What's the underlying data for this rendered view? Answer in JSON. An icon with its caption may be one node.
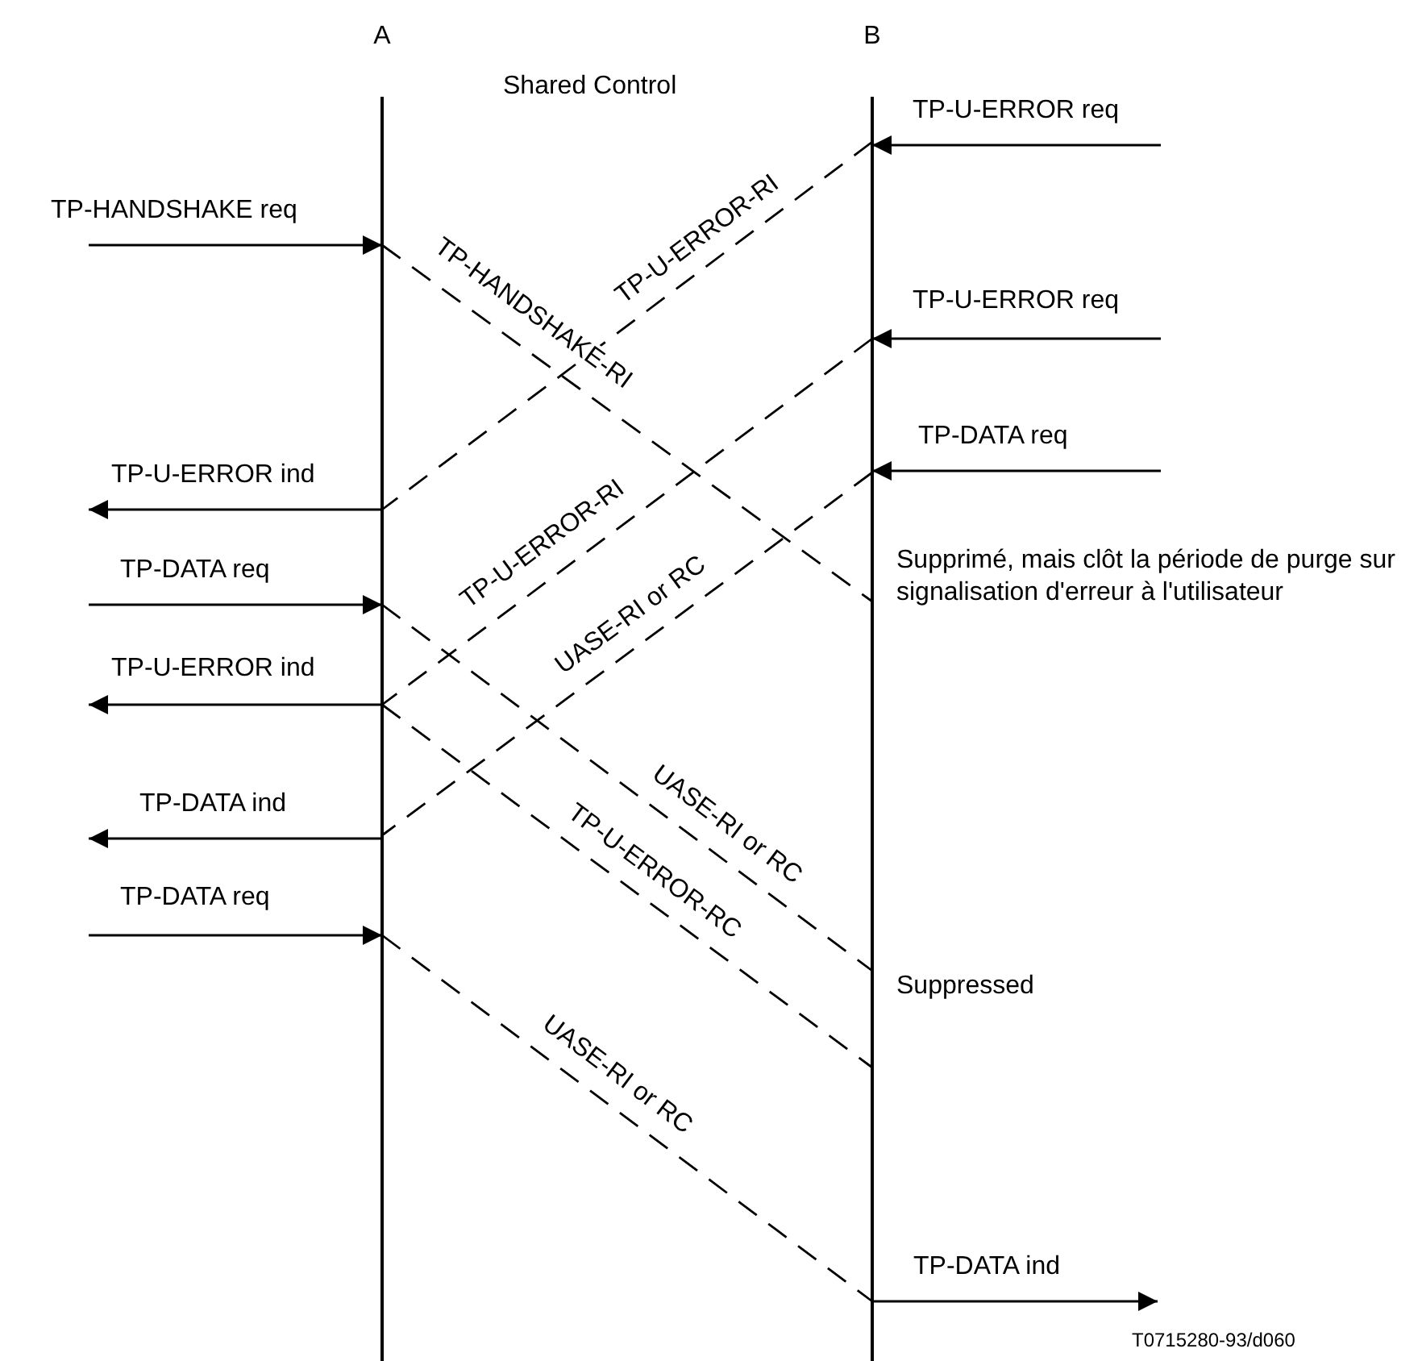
{
  "diagram": {
    "nodes": [
      {
        "text": [
          "A"
        ]
      },
      {
        "text": [
          "B"
        ]
      }
    ],
    "edges": [
      {
        "from": null,
        "to": 0,
        "arrow": "to",
        "label": "TP-HANDSHAKE req"
      },
      {
        "from": null,
        "to": 1,
        "arrow": "to",
        "label": "TP-U-ERROR req"
      },
      {
        "from": 1,
        "to": 0,
        "arrow": "none",
        "label": "TP-U-ERROR-RI",
        "style": "dashed"
      },
      {
        "from": 0,
        "to": 1,
        "arrow": "none",
        "label": "TP-HANDSHAKE-RI",
        "style": "dashed"
      },
      {
        "from": null,
        "to": 1,
        "arrow": "to",
        "label": "TP-U-ERROR req"
      },
      {
        "from": null,
        "to": 1,
        "arrow": "to",
        "label": "TP-DATA req"
      },
      {
        "from": 0,
        "to": null,
        "arrow": "to",
        "label": "TP-U-ERROR ind"
      },
      {
        "from": 1,
        "to": 0,
        "arrow": "none",
        "label": "TP-U-ERROR-RI",
        "style": "dashed"
      },
      {
        "from": 1,
        "to": 0,
        "arrow": "none",
        "label": "UASE-RI or RC",
        "style": "dashed"
      },
      {
        "from": null,
        "to": 0,
        "arrow": "to",
        "label": "TP-DATA req"
      },
      {
        "from": 0,
        "to": null,
        "arrow": "to",
        "label": "TP-U-ERROR ind"
      },
      {
        "from": 0,
        "to": 1,
        "arrow": "none",
        "label": "UASE-RI or RC",
        "style": "dashed"
      },
      {
        "from": 0,
        "to": 1,
        "arrow": "none",
        "label": "TP-U-ERROR-RC",
        "style": "dashed"
      },
      {
        "from": 0,
        "to": null,
        "arrow": "to",
        "label": "TP-DATA ind"
      },
      {
        "from": null,
        "to": 0,
        "arrow": "to",
        "label": "TP-DATA req"
      },
      {
        "from": 0,
        "to": 1,
        "arrow": "none",
        "label": "UASE-RI or RC",
        "style": "dashed"
      },
      {
        "from": 1,
        "to": null,
        "arrow": "to",
        "label": "TP-DATA ind"
      }
    ],
    "labels": [
      "Shared Control",
      "Supprimé, mais clôt la période de purge sur signalisation d'erreur à l'utilisateur",
      "Suppressed",
      "T0715280-93/d060"
    ]
  }
}
